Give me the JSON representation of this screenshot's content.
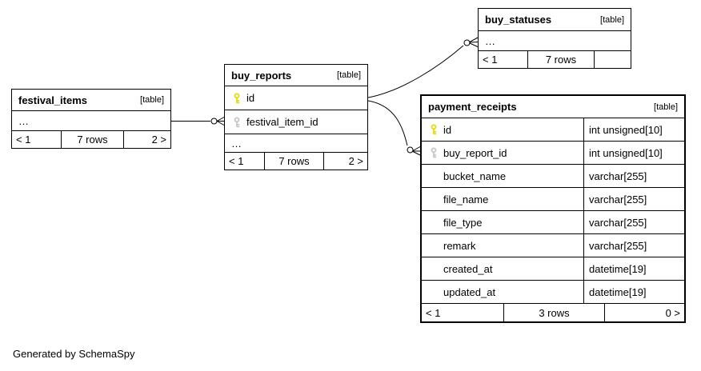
{
  "diagram": {
    "generator_note": "Generated by SchemaSpy"
  },
  "tables": {
    "festival_items": {
      "name": "festival_items",
      "badge": "[table]",
      "ellipsis": "…",
      "footer": {
        "paging_prev": "< 1",
        "rows": "7 rows",
        "paging_next": "2 >"
      }
    },
    "buy_reports": {
      "name": "buy_reports",
      "badge": "[table]",
      "columns": [
        {
          "name": "id",
          "key": "primary"
        },
        {
          "name": "festival_item_id",
          "key": "foreign"
        }
      ],
      "ellipsis": "…",
      "footer": {
        "paging_prev": "< 1",
        "rows": "7 rows",
        "paging_next": "2 >"
      }
    },
    "buy_statuses": {
      "name": "buy_statuses",
      "badge": "[table]",
      "ellipsis": "…",
      "footer": {
        "paging_prev": "< 1",
        "rows": "7 rows",
        "paging_next": ""
      }
    },
    "payment_receipts": {
      "name": "payment_receipts",
      "badge": "[table]",
      "columns": [
        {
          "name": "id",
          "type": "int unsigned[10]",
          "key": "primary"
        },
        {
          "name": "buy_report_id",
          "type": "int unsigned[10]",
          "key": "foreign"
        },
        {
          "name": "bucket_name",
          "type": "varchar[255]",
          "key": ""
        },
        {
          "name": "file_name",
          "type": "varchar[255]",
          "key": ""
        },
        {
          "name": "file_type",
          "type": "varchar[255]",
          "key": ""
        },
        {
          "name": "remark",
          "type": "varchar[255]",
          "key": ""
        },
        {
          "name": "created_at",
          "type": "datetime[19]",
          "key": ""
        },
        {
          "name": "updated_at",
          "type": "datetime[19]",
          "key": ""
        }
      ],
      "footer": {
        "paging_prev": "< 1",
        "rows": "3 rows",
        "paging_next": "0 >"
      }
    }
  },
  "connections": [
    {
      "between": [
        "festival_items",
        "buy_reports.festival_item_id"
      ]
    },
    {
      "between": [
        "buy_reports.id",
        "buy_statuses"
      ]
    },
    {
      "between": [
        "buy_reports.id",
        "payment_receipts.buy_report_id"
      ]
    }
  ],
  "colors": {
    "primary_key_icon": "#e3d800",
    "foreign_key_icon": "#c4c4c4",
    "border": "#000000",
    "background": "#ffffff"
  }
}
